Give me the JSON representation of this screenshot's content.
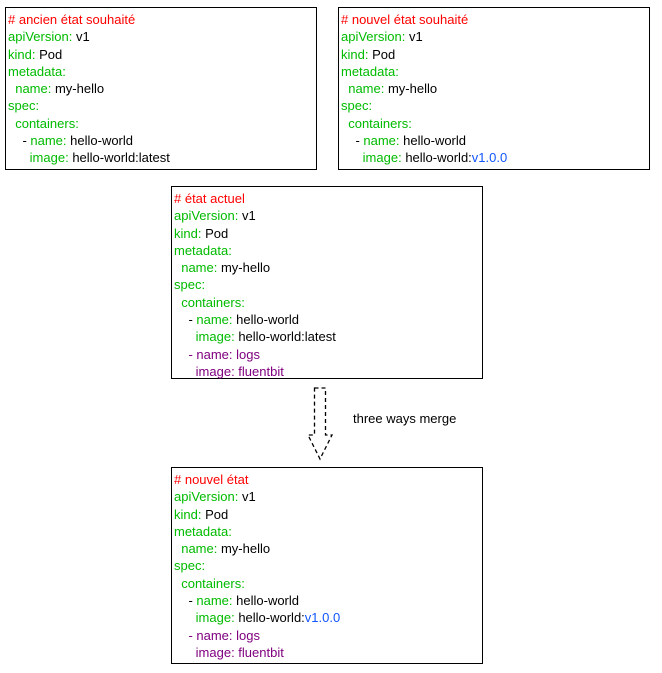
{
  "boxes": {
    "old_desired": {
      "lines": [
        [
          {
            "t": "# ancien état souhaité",
            "c": "comment"
          }
        ],
        [
          {
            "t": "apiVersion:",
            "c": "key"
          },
          {
            "t": " v1",
            "c": "plain"
          }
        ],
        [
          {
            "t": "kind:",
            "c": "key"
          },
          {
            "t": " Pod",
            "c": "plain"
          }
        ],
        [
          {
            "t": "metadata:",
            "c": "key"
          }
        ],
        [
          {
            "t": "  name:",
            "c": "key"
          },
          {
            "t": " my-hello",
            "c": "plain"
          }
        ],
        [
          {
            "t": "spec:",
            "c": "key"
          }
        ],
        [
          {
            "t": "  containers:",
            "c": "key"
          }
        ],
        [
          {
            "t": "    - ",
            "c": "plain"
          },
          {
            "t": "name:",
            "c": "key"
          },
          {
            "t": " hello-world",
            "c": "plain"
          }
        ],
        [
          {
            "t": "      image:",
            "c": "key"
          },
          {
            "t": " hello-world:latest",
            "c": "plain"
          }
        ]
      ]
    },
    "new_desired": {
      "lines": [
        [
          {
            "t": "# nouvel état souhaité",
            "c": "comment"
          }
        ],
        [
          {
            "t": "apiVersion:",
            "c": "key"
          },
          {
            "t": " v1",
            "c": "plain"
          }
        ],
        [
          {
            "t": "kind:",
            "c": "key"
          },
          {
            "t": " Pod",
            "c": "plain"
          }
        ],
        [
          {
            "t": "metadata:",
            "c": "key"
          }
        ],
        [
          {
            "t": "  name:",
            "c": "key"
          },
          {
            "t": " my-hello",
            "c": "plain"
          }
        ],
        [
          {
            "t": "spec:",
            "c": "key"
          }
        ],
        [
          {
            "t": "  containers:",
            "c": "key"
          }
        ],
        [
          {
            "t": "    - ",
            "c": "plain"
          },
          {
            "t": "name:",
            "c": "key"
          },
          {
            "t": " hello-world",
            "c": "plain"
          }
        ],
        [
          {
            "t": "      image:",
            "c": "key"
          },
          {
            "t": " hello-world:",
            "c": "plain"
          },
          {
            "t": "v1.0.0",
            "c": "blue"
          }
        ]
      ]
    },
    "current": {
      "lines": [
        [
          {
            "t": "# état actuel",
            "c": "comment"
          }
        ],
        [
          {
            "t": "apiVersion:",
            "c": "key"
          },
          {
            "t": " v1",
            "c": "plain"
          }
        ],
        [
          {
            "t": "kind:",
            "c": "key"
          },
          {
            "t": " Pod",
            "c": "plain"
          }
        ],
        [
          {
            "t": "metadata:",
            "c": "key"
          }
        ],
        [
          {
            "t": "  name:",
            "c": "key"
          },
          {
            "t": " my-hello",
            "c": "plain"
          }
        ],
        [
          {
            "t": "spec:",
            "c": "key"
          }
        ],
        [
          {
            "t": "  containers:",
            "c": "key"
          }
        ],
        [
          {
            "t": "    - ",
            "c": "plain"
          },
          {
            "t": "name:",
            "c": "key"
          },
          {
            "t": " hello-world",
            "c": "plain"
          }
        ],
        [
          {
            "t": "      image:",
            "c": "key"
          },
          {
            "t": " hello-world:latest",
            "c": "plain"
          }
        ],
        [
          {
            "t": "    - name: logs",
            "c": "purple"
          }
        ],
        [
          {
            "t": "      image: fluentbit",
            "c": "purple"
          }
        ]
      ]
    },
    "result": {
      "lines": [
        [
          {
            "t": "# nouvel état",
            "c": "comment"
          }
        ],
        [
          {
            "t": "apiVersion:",
            "c": "key"
          },
          {
            "t": " v1",
            "c": "plain"
          }
        ],
        [
          {
            "t": "kind:",
            "c": "key"
          },
          {
            "t": " Pod",
            "c": "plain"
          }
        ],
        [
          {
            "t": "metadata:",
            "c": "key"
          }
        ],
        [
          {
            "t": "  name:",
            "c": "key"
          },
          {
            "t": " my-hello",
            "c": "plain"
          }
        ],
        [
          {
            "t": "spec:",
            "c": "key"
          }
        ],
        [
          {
            "t": "  containers:",
            "c": "key"
          }
        ],
        [
          {
            "t": "    - ",
            "c": "plain"
          },
          {
            "t": "name:",
            "c": "key"
          },
          {
            "t": " hello-world",
            "c": "plain"
          }
        ],
        [
          {
            "t": "      image:",
            "c": "key"
          },
          {
            "t": " hello-world:",
            "c": "plain"
          },
          {
            "t": "v1.0.0",
            "c": "blue"
          }
        ],
        [
          {
            "t": "    - name: logs",
            "c": "purple"
          }
        ],
        [
          {
            "t": "      image: fluentbit",
            "c": "purple"
          }
        ]
      ]
    }
  },
  "merge_label": "three ways merge",
  "colors": {
    "comment": "#ff0000",
    "key": "#00bb00",
    "value": "#000000",
    "changed": "#1155ff",
    "extra_container": "#800080"
  }
}
